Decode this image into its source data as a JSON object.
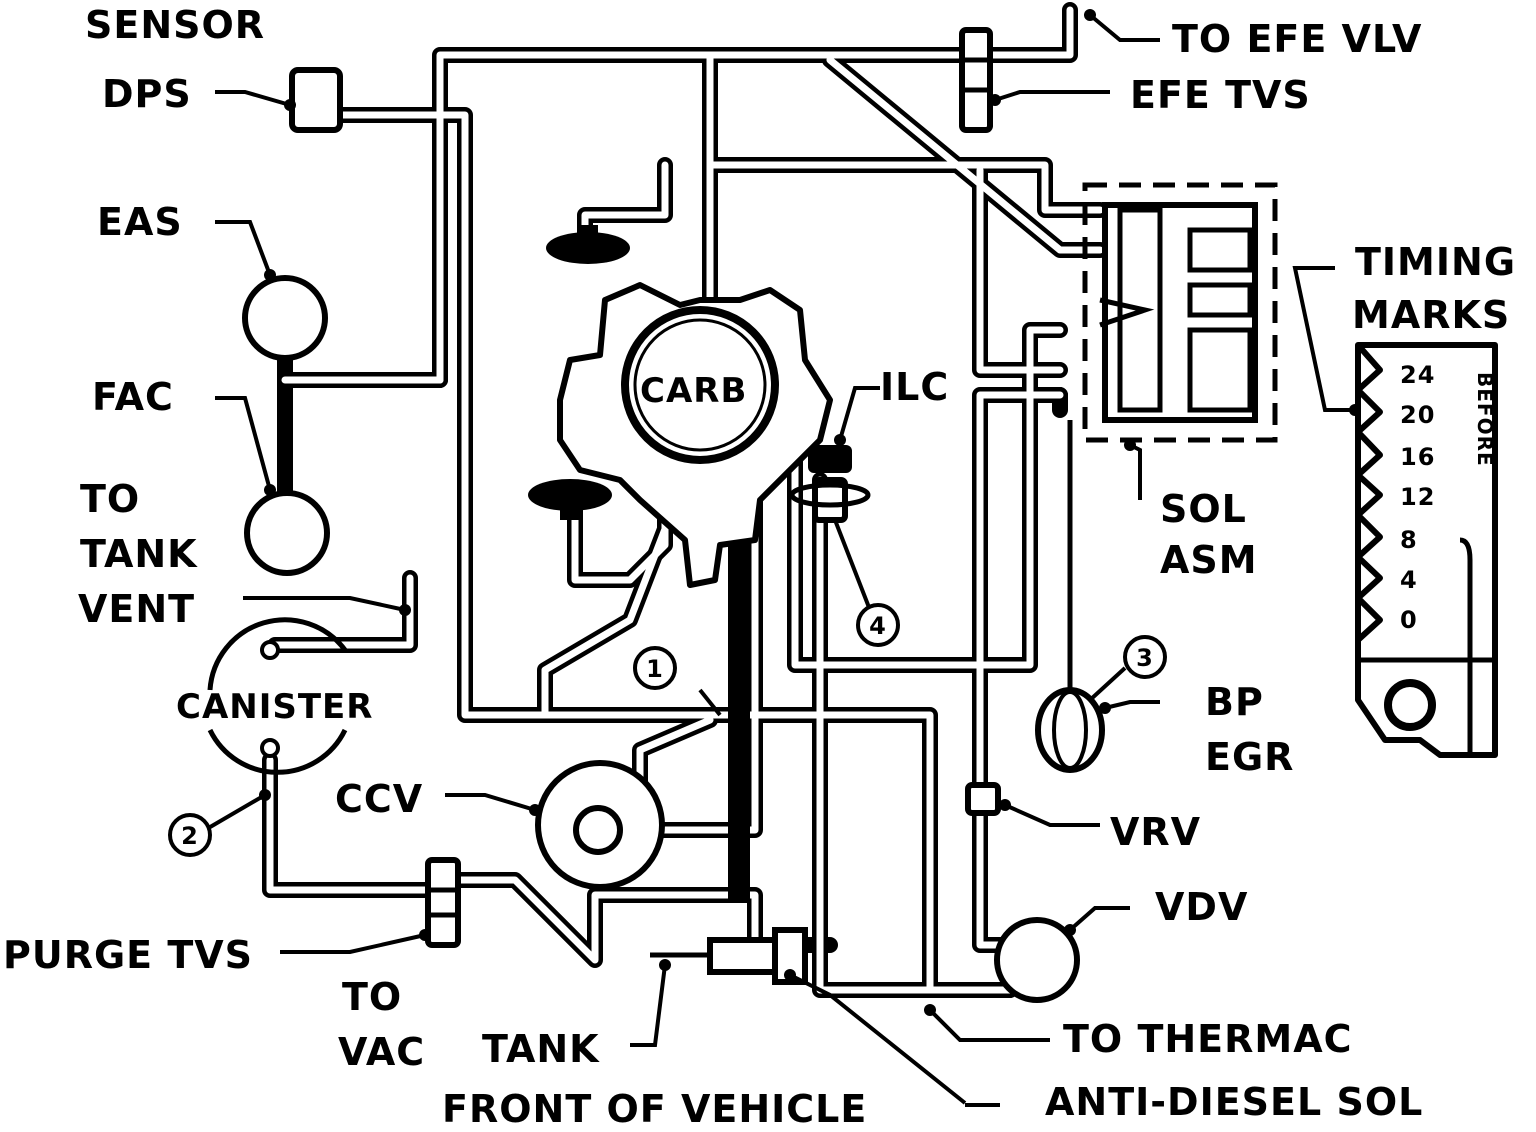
{
  "labels": {
    "sensor": "SENSOR",
    "dps": "DPS",
    "eas": "EAS",
    "fac": "FAC",
    "to_tank_vent_1": "TO",
    "to_tank_vent_2": "TANK",
    "to_tank_vent_3": "VENT",
    "canister": "CANISTER",
    "ccv": "CCV",
    "purge_tvs": "PURGE TVS",
    "to_vac_1": "TO",
    "to_vac_2": "VAC",
    "tank": "TANK",
    "front_of_vehicle": "FRONT OF VEHICLE",
    "carb": "CARB",
    "ilc": "ILC",
    "to_efe_vlv": "TO EFE VLV",
    "efe_tvs": "EFE TVS",
    "timing_marks_1": "TIMING",
    "timing_marks_2": "MARKS",
    "sol_asm_1": "SOL",
    "sol_asm_2": "ASM",
    "bp_egr_1": "BP",
    "bp_egr_2": "EGR",
    "vrv": "VRV",
    "vdv": "VDV",
    "to_thermac": "TO THERMAC",
    "anti_diesel_sol": "ANTI-DIESEL SOL",
    "before": "BEFORE"
  },
  "callouts": [
    "1",
    "2",
    "3",
    "4"
  ],
  "timing_scale": [
    "24",
    "20",
    "16",
    "12",
    "8",
    "4",
    "0"
  ],
  "colors": {
    "line": "#000000",
    "background": "#ffffff"
  }
}
